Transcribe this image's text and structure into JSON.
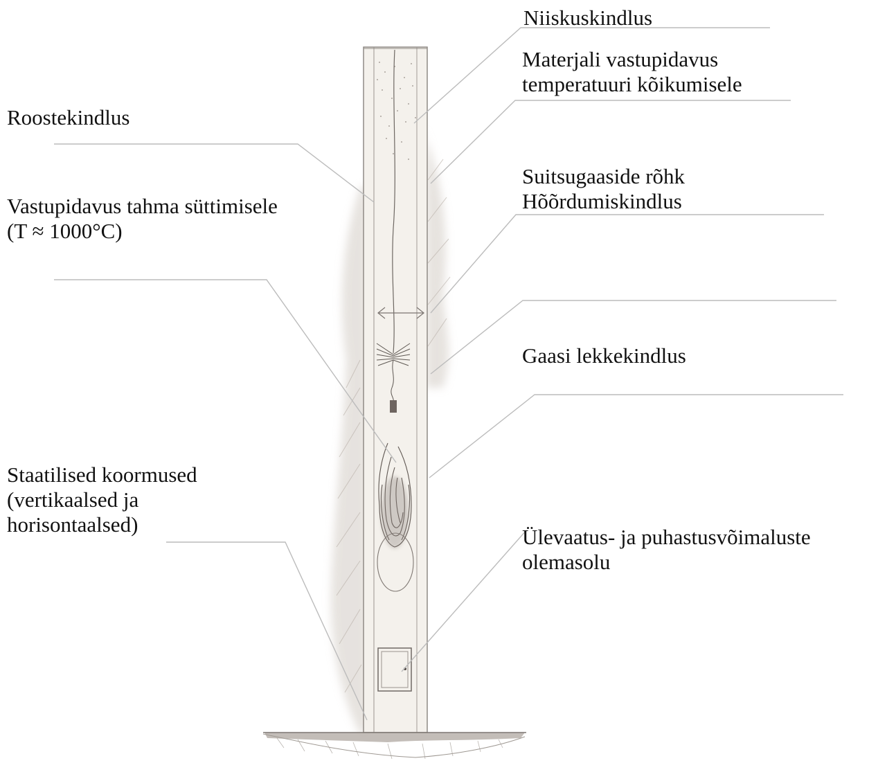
{
  "labels": {
    "niiskuskindlus": "Niiskuskindlus",
    "materjali_line1": "Materjali vastupidavus",
    "materjali_line2": "temperatuuri kõikumisele",
    "roostekindlus": "Roostekindlus",
    "suitsugaaside": "Suitsugaaside  rõhk",
    "hoordumiskindlus": " Hõõrdumiskindlus",
    "vastupidavus_line1": "Vastupidavus tahma süttimisele",
    "vastupidavus_line2": "(T ≈ 1000°C)",
    "gaasi": "Gaasi lekkekindlus",
    "staatilised_line1": "Staatilised koormused",
    "staatilised_line2": "(vertikaalsed ja",
    "staatilised_line3": "horisontaalsed)",
    "ulevaatus_line1": "Ülevaatus- ja puhastusvõimaluste",
    "ulevaatus_line2": "olemasolu"
  },
  "colors": {
    "line": "#bdbdbd",
    "chimney_outline": "#8a8a8a",
    "chimney_fill": "#f3efea",
    "shading": "#c9c2bb",
    "flame": "#6e6560",
    "ground": "#b9b3ad"
  },
  "icons": {
    "brush": "chimney-sweep-brush-icon",
    "door": "cleanout-door-icon",
    "arrow": "double-arrow-icon",
    "flame": "flame-icon"
  }
}
